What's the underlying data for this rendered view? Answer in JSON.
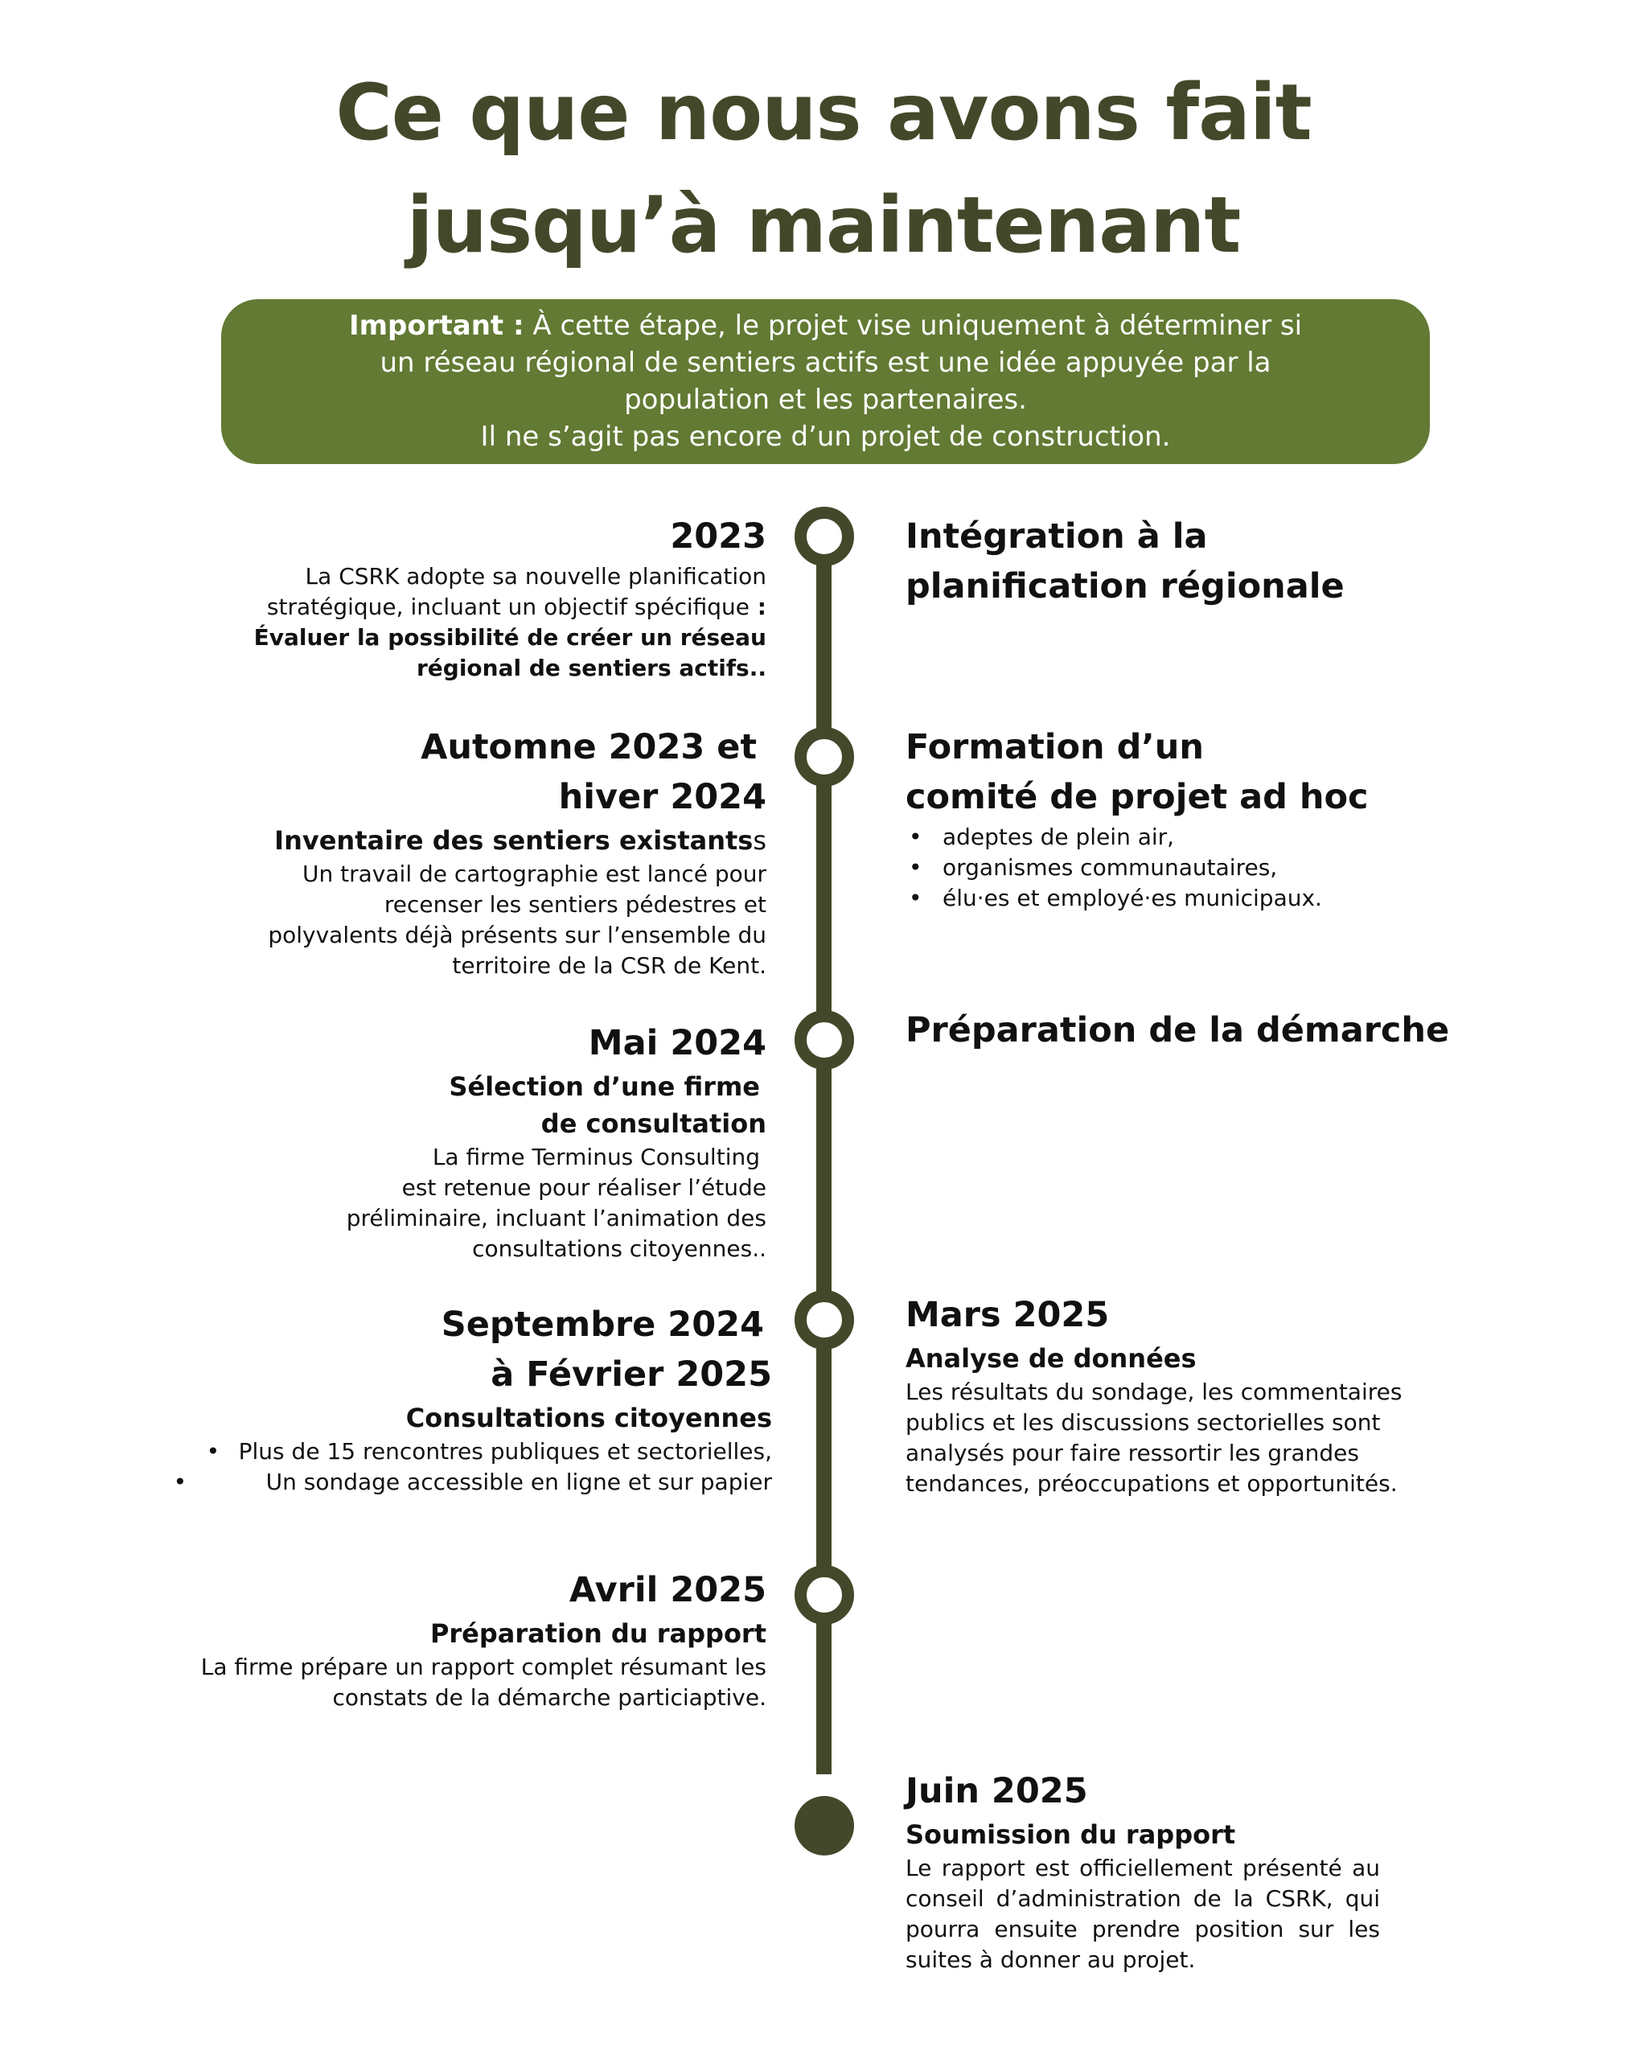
{
  "title": {
    "line1": "Ce que nous avons fait",
    "line2": "jusqu’à maintenant"
  },
  "notice": {
    "label": "Important :",
    "line1": "À cette étape, le projet vise uniquement à déterminer si",
    "line2": "un réseau régional de sentiers actifs est une idée appuyée par la",
    "line3": "population et les partenaires.",
    "line4": "Il ne s’agit pas encore d’un projet de construction."
  },
  "timeline": {
    "e2023": {
      "date": "2023",
      "body1": "La CSRK adopte sa nouvelle planification",
      "body2": "stratégique, incluant un objectif spécifique",
      "colon": " :",
      "bold1": "Évaluer la possibilité de créer un réseau",
      "bold2": "régional de sentiers actifs.."
    },
    "integration": {
      "line1": "Intégration à la",
      "line2": "planification régionale"
    },
    "automne": {
      "date1": "Automne 2023 et",
      "date2": "hiver 2024",
      "subhead": "Inventaire des sentiers existants",
      "subhead_tail": "s",
      "body1": "Un travail de cartographie est lancé pour",
      "body2": "recenser les sentiers pédestres et",
      "body3": "polyvalents déjà présents sur l’ensemble du",
      "body4": "territoire de la CSR de Kent."
    },
    "formation": {
      "line1": "Formation d’un",
      "line2": "comité de projet ad hoc",
      "items": [
        "adeptes de plein air,",
        "organismes communautaires,",
        "élu·es et employé·es municipaux."
      ]
    },
    "mai": {
      "date": "Mai 2024",
      "sub1": "Sélection d’une firme",
      "sub2": "de consultation",
      "body1": "La firme Terminus Consulting",
      "body2": "est retenue pour réaliser l’étude",
      "body3": "préliminaire, incluant l’animation des",
      "body4": "consultations citoyennes.."
    },
    "preparation": {
      "heading": "Préparation de la démarche"
    },
    "septembre": {
      "date1": "Septembre 2024",
      "date2": "à Février 2025",
      "subhead": "Consultations citoyennes",
      "items": [
        "Plus de 15 rencontres publiques et sectorielles,",
        "Un sondage accessible en ligne et sur papier"
      ]
    },
    "mars": {
      "date": "Mars 2025",
      "subhead": "Analyse de données",
      "body1": "Les résultats du sondage, les commentaires",
      "body2": "publics et les discussions sectorielles sont",
      "body3": "analysés pour faire ressortir les grandes",
      "body4": "tendances, préoccupations et opportunités."
    },
    "avril": {
      "date": "Avril 2025",
      "subhead": "Préparation du rapport",
      "body1": "La firme prépare un rapport complet résumant les",
      "body2": "constats de la démarche particiaptive."
    },
    "juin": {
      "date": "Juin 2025",
      "subhead": "Soumission du rapport",
      "body": "Le rapport est officiellement présenté au conseil d’administration de la CSRK, qui pourra ensuite prendre position sur les suites à donner au projet."
    }
  },
  "colors": {
    "dark_olive": "#44482a",
    "green_banner": "#627a33",
    "text": "#111111"
  }
}
